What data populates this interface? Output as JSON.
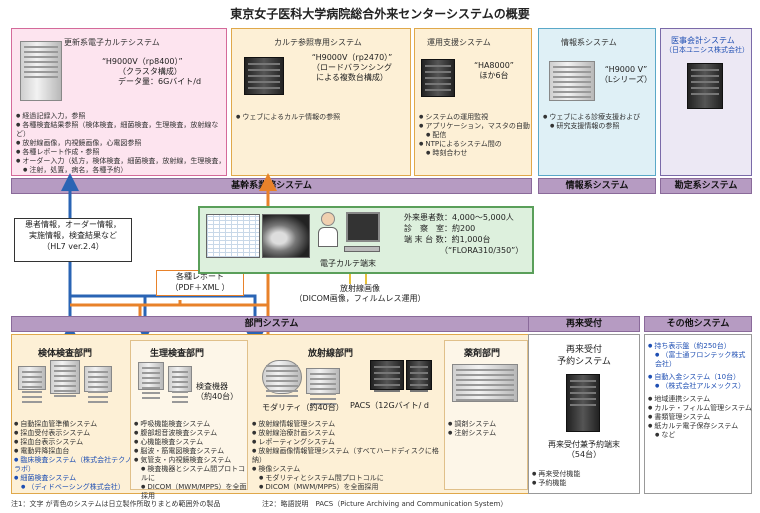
{
  "title": "東京女子医科大学病院総合外来センターシステムの概要",
  "top_boxes": {
    "ehr": {
      "heading": "更新系電子カルテシステム",
      "machine": [
        "“H9000V（rp8400）”",
        "（クラスタ構成）",
        "データ量：6Gバイト/d"
      ],
      "items": [
        "経過記録入力，参照",
        "各種検査結果参照（検体検査，細菌検査，生理検査，放射線など）",
        "放射線画像，内視鏡画像，心電図参照",
        "各種レポート作成・参照",
        "オーダー入力（処方，検体検査，細菌検査，放射線，生理検査，",
        "注射，処置，病名，各種予約）"
      ]
    },
    "ref": {
      "heading": "カルテ参照専用システム",
      "machine": [
        "“H9000V（rp2470）”",
        "（ロードバランシング",
        "による複数台構成）"
      ],
      "items": [
        "ウェブによるカルテ情報の参照"
      ]
    },
    "ops": {
      "heading": "運用支援システム",
      "machine": [
        "“HA8000”",
        "ほか6台"
      ],
      "items": [
        "システムの運用監視",
        "アプリケーション，マスタの自動",
        "配信",
        "NTPによるシステム間の",
        "時刻合わせ"
      ]
    },
    "info": {
      "heading": "情報系システム",
      "machine": [
        "“H9000 V”",
        "（Lシリーズ）"
      ],
      "items": [
        "ウェブによる診療支援および",
        "研究支援情報の参照"
      ]
    },
    "billing": {
      "heading": "医事会計システム",
      "sub": "（日本ユニシス株式会社）"
    }
  },
  "bands": {
    "core": "基幹系業務システム",
    "info": "情報系システム",
    "billing": "勘定系システム",
    "dept": "部門システム",
    "reception": "再来受付",
    "other": "その他システム"
  },
  "left_info": [
    "患者情報，オーダー情報，",
    "実施情報，検査結果など",
    "（HL7 ver.2.4）"
  ],
  "reports_box": [
    "各種レポート",
    "（PDF＋XML ）"
  ],
  "radiology_box": [
    "放射線画像",
    "（DICOM画像，フィルムレス運用）"
  ],
  "center": {
    "terminal_label": "電子カルテ端末",
    "stats": [
      {
        "k": "外来患者数：",
        "v": "4,000〜5,000人"
      },
      {
        "k": "診　察　室：",
        "v": "約200"
      },
      {
        "k": "端 末 台 数：",
        "v": "約1,000台"
      }
    ],
    "model": "（“FLORA310/350”）"
  },
  "departments": {
    "lab": {
      "head": "検体検査部門",
      "items": [
        "自動採血管準備システム",
        "採血受付表示システム",
        "採血台表示システム",
        "電動昇降採血台",
        "臨床検査システム（株式会社テクノラボ）",
        "細菌検査システム",
        "（ディドベーシング株式会社）"
      ],
      "blue_from": 4
    },
    "phys": {
      "head": "生理検査部門",
      "device": [
        "検査機器",
        "（約40台）"
      ],
      "items": [
        "呼吸機能検査システム",
        "腹部超音波検査システム",
        "心機能検査システム",
        "脳波・筋電図検査システム",
        "気管支・内視鏡検査システム",
        "検査機器とシステム間プロトコルに",
        "DICOM（MWM/MPPS）を全面採用"
      ]
    },
    "rad": {
      "head": "放射線部門",
      "modality": "モダリティ（約40台）",
      "pacs": "PACS（12Gバイト/ d",
      "items": [
        "放射線情報管理システム",
        "放射線治療計画システム",
        "レポーティングシステム",
        "放射線画像情報管理システム（すべてハードディスクに格納）",
        "検像システム",
        "モダリティとシステム間プロトコルに",
        "DICOM（MWM/MPPS）を全面採用"
      ]
    },
    "pharm": {
      "head": "薬剤部門",
      "items": [
        "調剤システム",
        "注射システム"
      ]
    },
    "reception": {
      "head": [
        "再来受付",
        "予約システム"
      ],
      "terminal": [
        "再来受付兼予約端末",
        "（54台）"
      ],
      "items": [
        "再来受付機能",
        "予約機能"
      ]
    },
    "other": {
      "items": [
        "持ち表示盤（約250台）",
        "（富士通フロンテック株式会社）",
        "自動入金システム（10台）",
        "（株式会社アルメックス）",
        "地域連携システム",
        "カルテ・フィルム管理システム",
        "書類管理システム",
        "紙カルテ電子保存システム",
        "など"
      ],
      "blue": [
        0,
        1,
        2,
        3
      ]
    }
  },
  "notes": {
    "n1": "注1：文字 が青色のシステムは日立製作所取りまとめ範囲外の製品",
    "n2": "注2：略語説明　PACS（Picture Archiving and Communication System）"
  },
  "colors": {
    "ehr_bg": "#fde4ef",
    "ehr_border": "#d46a9a",
    "ref_bg": "#fdf0d6",
    "ref_border": "#e0a84a",
    "info_bg": "#dff0f6",
    "info_border": "#5aa8c8",
    "billing_bg": "#ece8f4",
    "billing_border": "#7a6aa8",
    "band": "#b69bc2",
    "arrow_blue": "#2a64b4",
    "arrow_orange": "#e8822a"
  }
}
